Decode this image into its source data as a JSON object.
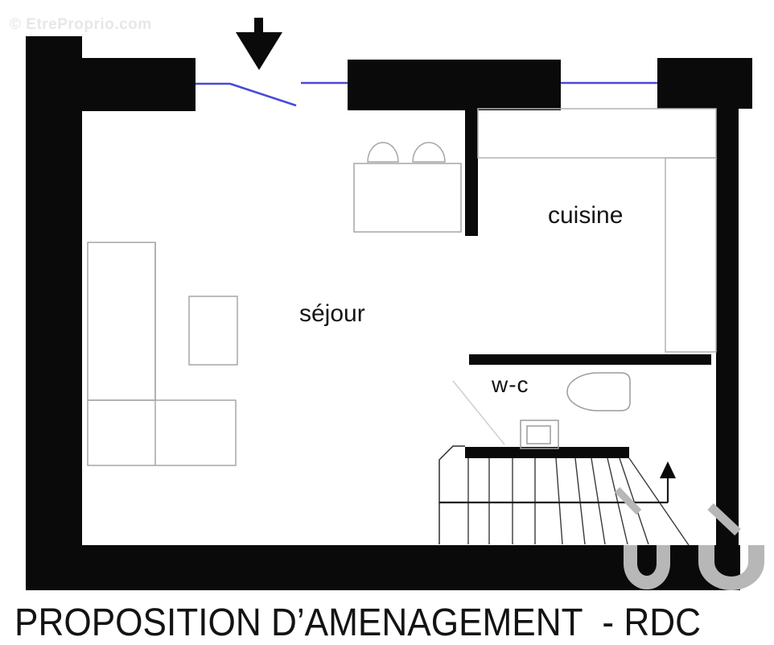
{
  "watermark": {
    "text": "© EtreProprio.com"
  },
  "title": {
    "text": "PROPOSITION D’AMENAGEMENT  - RDC"
  },
  "rooms": {
    "sejour": {
      "label": "séjour"
    },
    "cuisine": {
      "label": "cuisine"
    },
    "wc": {
      "label": "w-c"
    }
  },
  "annotations": {
    "entrance_arrow": "black arrow pointing down at main door",
    "stairs_arrow": "black arrow pointing up at staircase",
    "windows_doors": "blue lines mark windows and the open entry door"
  },
  "colors": {
    "wall": "#0a0a0a",
    "window_line": "#4a49d8",
    "furniture_outline": "#a6a6a6",
    "counter_outline": "#b3b3b3",
    "stair_line": "#3a3a3a",
    "logo_gray": "#b7b7b7",
    "watermark_text": "#e7e7e7",
    "title_text": "#131313"
  }
}
